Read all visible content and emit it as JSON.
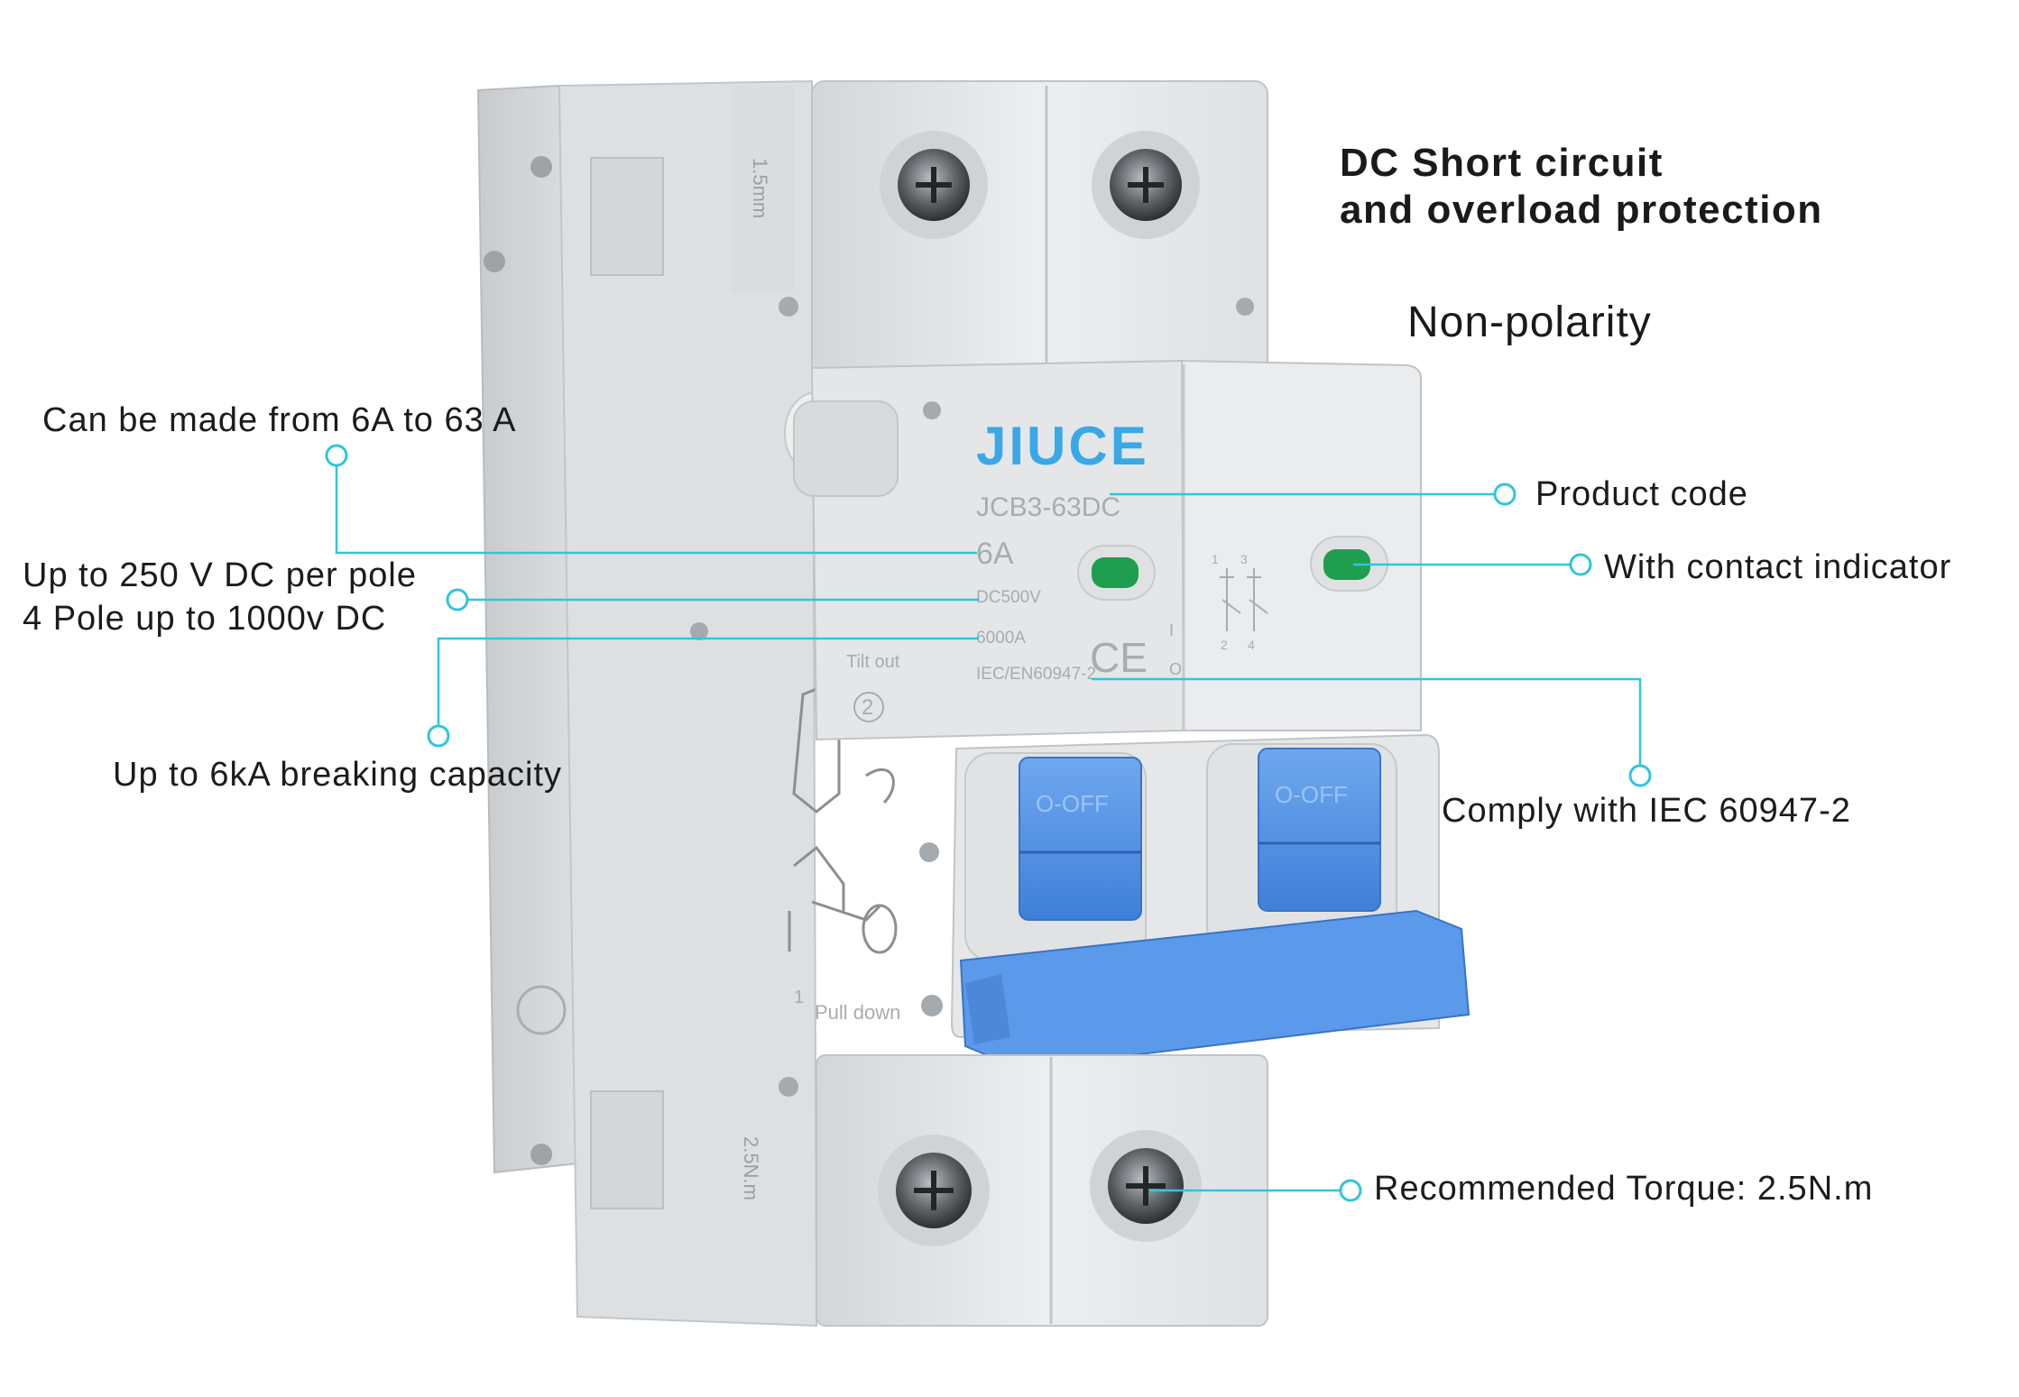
{
  "headline": {
    "line1": "DC Short circuit",
    "line2": "and overload protection"
  },
  "subheadline": "Non-polarity",
  "callouts": {
    "current_range": "Can be made from 6A to 63 A",
    "voltage_line1": "Up to 250 V DC per pole",
    "voltage_line2": "4 Pole up to 1000v DC",
    "breaking": "Up to 6kA breaking capacity",
    "product_code": "Product code",
    "indicator": "With contact indicator",
    "standard": "Comply with IEC 60947-2",
    "torque": "Recommended  Torque: 2.5N.m"
  },
  "device": {
    "brand": "JIUCE",
    "model": "JCB3-63DC",
    "rating": "6A",
    "voltage": "DC500V",
    "capacity": "6000A",
    "standard": "IEC/EN60947-2",
    "toggle_left": "O-OFF",
    "toggle_right": "O-OFF",
    "tilt": "Tilt out",
    "pull": "Pull down",
    "top_torque": "1.5mm",
    "bottom_torque": "2.5N.m",
    "step1": "1",
    "step2": "2",
    "ce": "CE",
    "term_1": "1",
    "term_2": "2",
    "term_3": "3",
    "term_4": "4",
    "mark_i": "I",
    "mark_o": "O"
  },
  "colors": {
    "accent_line": "#2fc6d9",
    "brand_blue": "#39a8e6",
    "toggle_blue": "#4f8fe6",
    "led_green": "#1f9e4f",
    "housing": "#e6e8ea"
  }
}
